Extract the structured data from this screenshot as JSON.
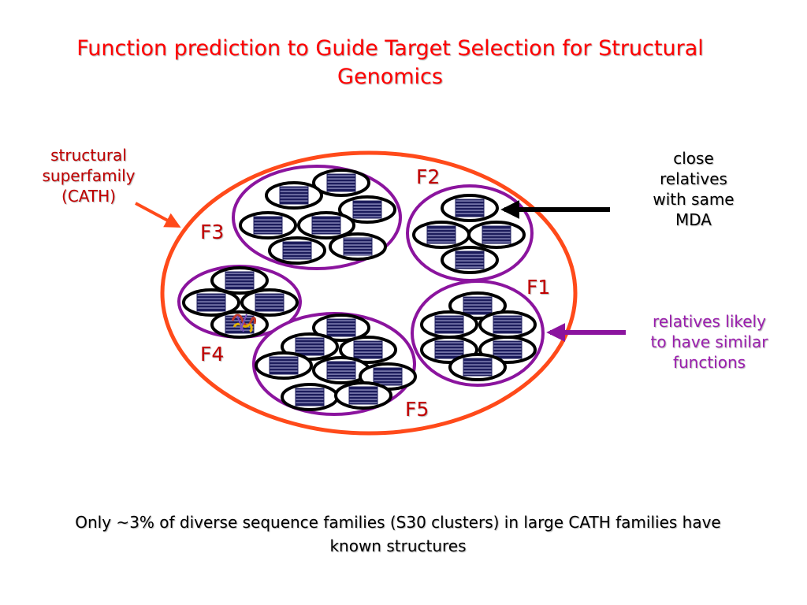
{
  "slide": {
    "title": "Function prediction to Guide Target Selection for Structural Genomics",
    "labels": {
      "superfamily": "structural\nsuperfamily\n(CATH)",
      "close_relatives": "close\nrelatives\nwith same\nMDA",
      "relatives_likely": "relatives likely\nto have similar\nfunctions"
    },
    "families": {
      "f1": "F1",
      "f2": "F2",
      "f3": "F3",
      "f4": "F4",
      "f5": "F5"
    },
    "footer": "Only ~3% of diverse sequence families (S30 clusters) in large CATH families have known structures"
  },
  "colors": {
    "title": "#ff0000",
    "superfamily_circle": "#ff4a1a",
    "family_outline": "#8b149e",
    "family_label": "#c00000",
    "cluster_outline": "#000000",
    "cluster_fill": "#ffffff",
    "structure_fill": "#1c1c5c",
    "structure_stripe": "#c8c8f0",
    "black_arrow": "#000000",
    "purple_arrow": "#8b149e",
    "red_arrow": "#ff4a1a",
    "relatives_label": "#9b1fae",
    "text": "#000000"
  }
}
